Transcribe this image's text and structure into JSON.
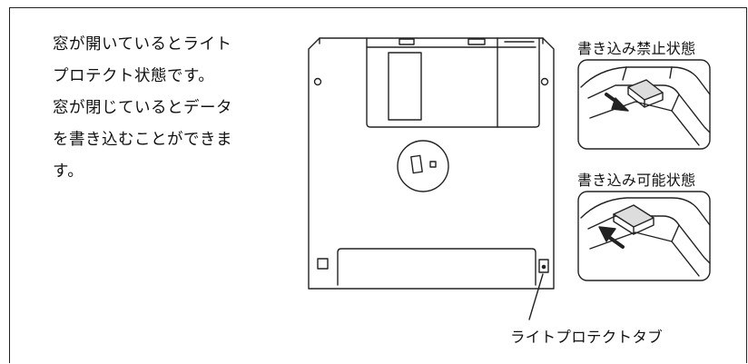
{
  "description_lines": [
    "窓が開いているとライト",
    "プロテクト状態です。",
    "窓が閉じているとデータ",
    "を書き込むことができま",
    "す。"
  ],
  "labels": {
    "write_protect_state": "書き込み禁止状態",
    "writable_state": "書き込み可能状態",
    "write_protect_tab": "ライトプロテクトタブ"
  },
  "icons": {
    "arrow_down": "arrow-down-right",
    "arrow_up": "arrow-up-left"
  },
  "colors": {
    "line": "#222222",
    "tab_fill": "#dddddd",
    "background": "#ffffff"
  }
}
